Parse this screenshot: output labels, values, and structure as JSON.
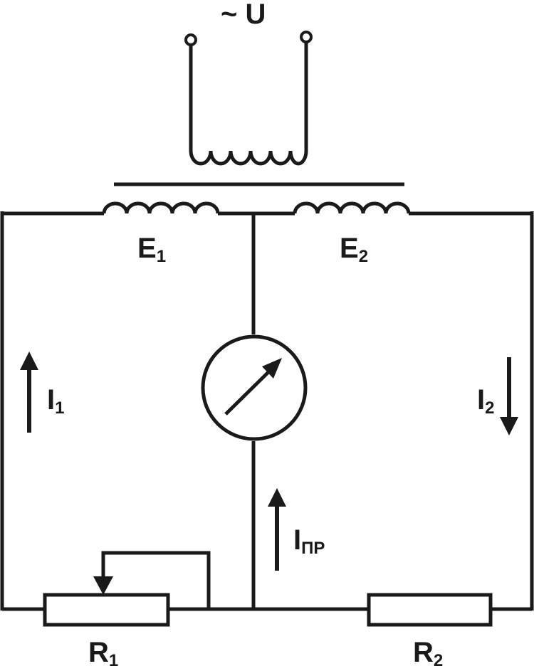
{
  "source": {
    "label": "~ U"
  },
  "windings": {
    "e1": {
      "main": "E",
      "sub": "1"
    },
    "e2": {
      "main": "E",
      "sub": "2"
    }
  },
  "currents": {
    "i1": {
      "main": "I",
      "sub": "1"
    },
    "i2": {
      "main": "I",
      "sub": "2"
    },
    "ipr": {
      "main": "I",
      "sub": "ПР"
    }
  },
  "resistors": {
    "r1": {
      "main": "R",
      "sub": "1"
    },
    "r2": {
      "main": "R",
      "sub": "2"
    }
  }
}
